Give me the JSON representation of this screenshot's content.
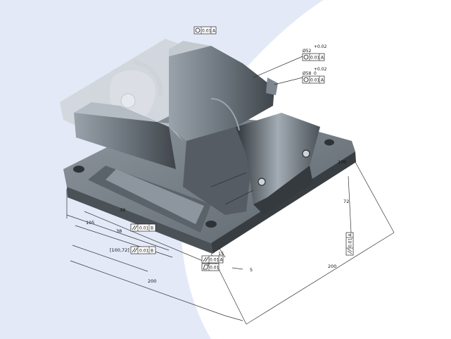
{
  "colors": {
    "background_left": "#e3e9f7",
    "background_right": "#ffffff",
    "part_dark": "#3f454b",
    "part_mid": "#6d767e",
    "part_light": "#a9b2ba",
    "ghost": "#c9cdd1"
  },
  "dimensions": {
    "d_200_bottom": "200",
    "d_105": "105",
    "d_100_72": "[100,72]",
    "d_39": "39",
    "d_38": "38",
    "d_5": "5",
    "d_15": "15",
    "d_72": "72",
    "d_200_right": "200",
    "d_100_right": "100"
  },
  "tolerances": {
    "dia_top_1": "Ø52",
    "dia_top_2": "Ø58",
    "tol_upper": "+0.02",
    "tol_lower": "0",
    "concentricity": "0.01",
    "datum_a": "A",
    "datum_b": "B",
    "parallel": "0.01",
    "flatness": "0.01"
  },
  "icons": {
    "concentricity": "circle-dot-icon",
    "parallelism": "parallel-lines-icon",
    "flatness": "parallelogram-icon"
  }
}
